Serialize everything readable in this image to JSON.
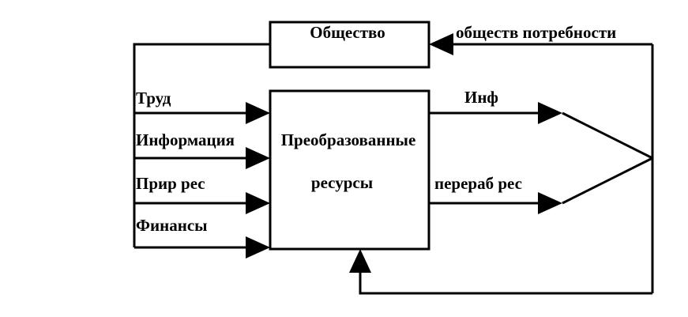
{
  "colors": {
    "line": "#000000",
    "background": "#ffffff"
  },
  "boxes": {
    "society": "Общество",
    "resources_line1": "Преобразованные",
    "resources_line2": "ресурсы"
  },
  "inputs": {
    "labor": "Труд",
    "information": "Информация",
    "natural_resources": "Прир рес",
    "finance": "Финансы"
  },
  "outputs": {
    "information": "Инф",
    "processed_resources": "перераб рес"
  },
  "feedback": {
    "needs": "обществ потребности"
  }
}
